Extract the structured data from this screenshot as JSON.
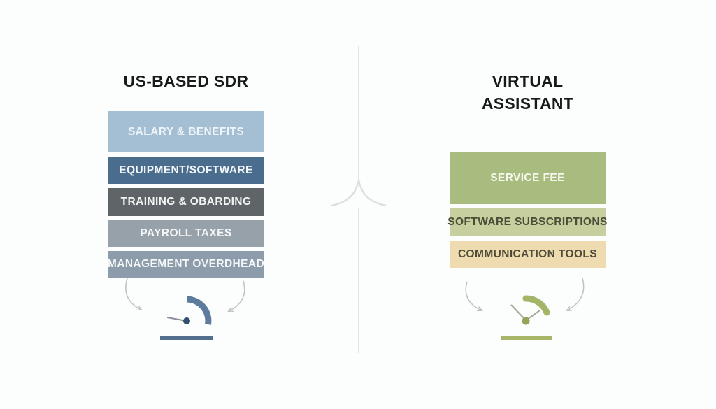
{
  "palette": {
    "background": "#fcfdfd",
    "divider": "#dcdfde",
    "arrow": "#bdc3bd",
    "title_color": "#191919",
    "left_accent": "#5d7b9d",
    "left_gauge_bar": "#52708e",
    "left_needle_line": "#8a9099",
    "left_needle_hub": "#33506e",
    "right_accent": "#a3b566",
    "right_gauge_bar": "#a5b666",
    "right_needle_line": "#a5a496",
    "right_hub": "#93a458"
  },
  "left": {
    "title": "US-BASED SDR",
    "bars": [
      {
        "label": "SALARY & BENEFITS",
        "bg": "#a4bed3",
        "fg": "#eef4f8",
        "height": 59
      },
      {
        "label": "EQUIPMENT/SOFTWARE",
        "bg": "#4a6d8e",
        "fg": "#f3f6f8",
        "height": 39
      },
      {
        "label": "TRAINING & OBARDING",
        "bg": "#5e6467",
        "fg": "#f3f4f4",
        "height": 40
      },
      {
        "label": "PAYROLL TAXES",
        "bg": "#97a1a9",
        "fg": "#f5f6f7",
        "height": 38
      },
      {
        "label": "MANAGEMENT OVERDHEAD",
        "bg": "#8c9cab",
        "fg": "#f4f6f8",
        "height": 38
      }
    ]
  },
  "right": {
    "title": "VIRTUAL ASSISTANT",
    "bars": [
      {
        "label": "SERVICE FEE",
        "bg": "#a8bc80",
        "fg": "#f6f8ee",
        "height": 74
      },
      {
        "label": "SOFTWARE SUBSCRIPTIONS",
        "bg": "#c7cf9e",
        "fg": "#494d38",
        "height": 40
      },
      {
        "label": "COMMUNICATION TOOLS",
        "bg": "#eedcb0",
        "fg": "#4e4a38",
        "height": 39
      }
    ]
  }
}
